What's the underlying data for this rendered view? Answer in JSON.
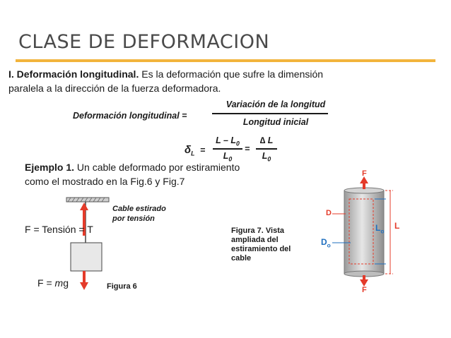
{
  "slide": {
    "title": "CLASE DE DEFORMACION",
    "heading_num": "I.",
    "heading": "Deformación longitudinal.",
    "heading_rest": " Es la deformación que sufre la dimensión",
    "line2": "paralela a la dirección de la fuerza deformadora.",
    "formula_lhs": "Deformación longitudinal  =",
    "formula_num": "Variación de la longitud",
    "formula_den": "Longitud inicial",
    "delta_sym": "δ",
    "delta_sub": "L",
    "eq": "=",
    "frac1_num": "L – L",
    "frac1_num_sub": "0",
    "frac1_den": "L",
    "frac1_den_sub": "0",
    "frac2_num": "∆ L",
    "frac2_den": "L",
    "frac2_den_sub": "0",
    "example_label": "Ejemplo 1.",
    "example_text": "  Un cable deformado por estiramiento",
    "example_line2": "como el mostrado en la Fig.6 y Fig.7",
    "fig6_caption_1": "Cable estirado",
    "fig6_caption_2": "por tensión",
    "tension_text": "F = Tensión  = T",
    "weight_f": "F = ",
    "weight_m": "m",
    "weight_g": "g",
    "fig6_label": "Figura 6",
    "fig7_caption": [
      "Figura 7. Vista",
      "ampliada del",
      "estiramiento del",
      "cable"
    ],
    "f_top": "F",
    "f_bottom": "F",
    "d_label": "D",
    "d0_label": "D",
    "d0_sub": "o",
    "l0_label": "L",
    "l0_sub": "o",
    "l_label": "L"
  },
  "colors": {
    "accent": "#f2b43c",
    "arrow_red": "#e43b2a",
    "label_blue": "#1f6fbf",
    "cylinder": "#c2c2c2",
    "block": "#e8e8e8"
  }
}
